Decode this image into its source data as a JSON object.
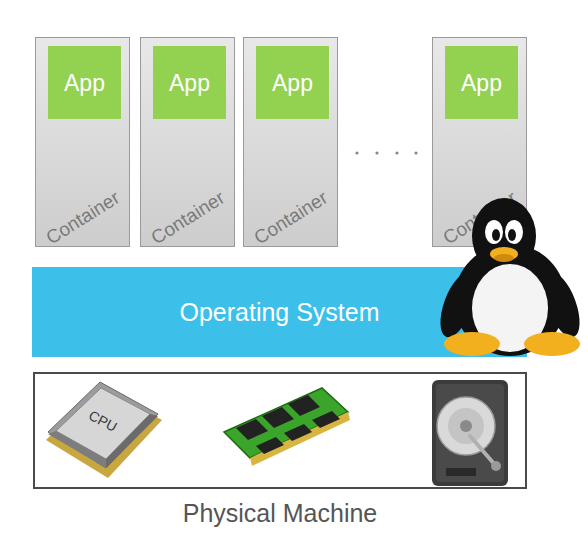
{
  "diagram": {
    "nodes": [
      {
        "text": [
          "Container"
        ]
      },
      {
        "text": [
          "App"
        ],
        "in": 0
      },
      {
        "text": [
          "Container"
        ]
      },
      {
        "text": [
          "App"
        ],
        "in": 2
      },
      {
        "text": [
          "Container"
        ]
      },
      {
        "text": [
          "App"
        ],
        "in": 4
      },
      {
        "text": [
          "Container"
        ]
      },
      {
        "text": [
          "App"
        ],
        "in": 6
      },
      {
        "text": [
          "Operating System"
        ]
      },
      {
        "text": [
          "Physical Machine"
        ]
      }
    ],
    "labels": [
      "CPU"
    ]
  }
}
